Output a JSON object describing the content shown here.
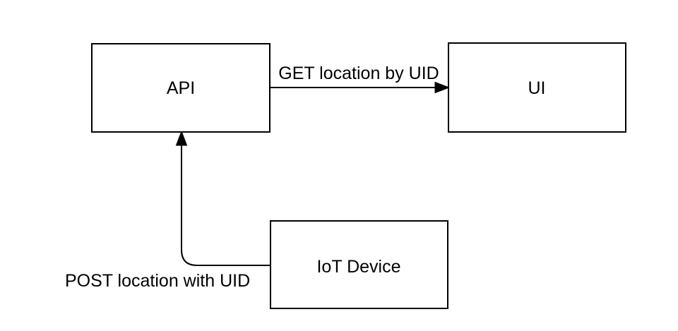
{
  "canvas": {
    "background_color": "#ffffff",
    "stroke_color": "#000000",
    "text_color": "#000000"
  },
  "nodes": [
    {
      "id": "api",
      "label": "API"
    },
    {
      "id": "ui",
      "label": "UI"
    },
    {
      "id": "iot",
      "label": "IoT Device"
    }
  ],
  "edges": [
    {
      "id": "get",
      "label": "GET location by UID",
      "from": "api",
      "to": "ui"
    },
    {
      "id": "post",
      "label": "POST location with UID",
      "from": "iot",
      "to": "api"
    }
  ]
}
